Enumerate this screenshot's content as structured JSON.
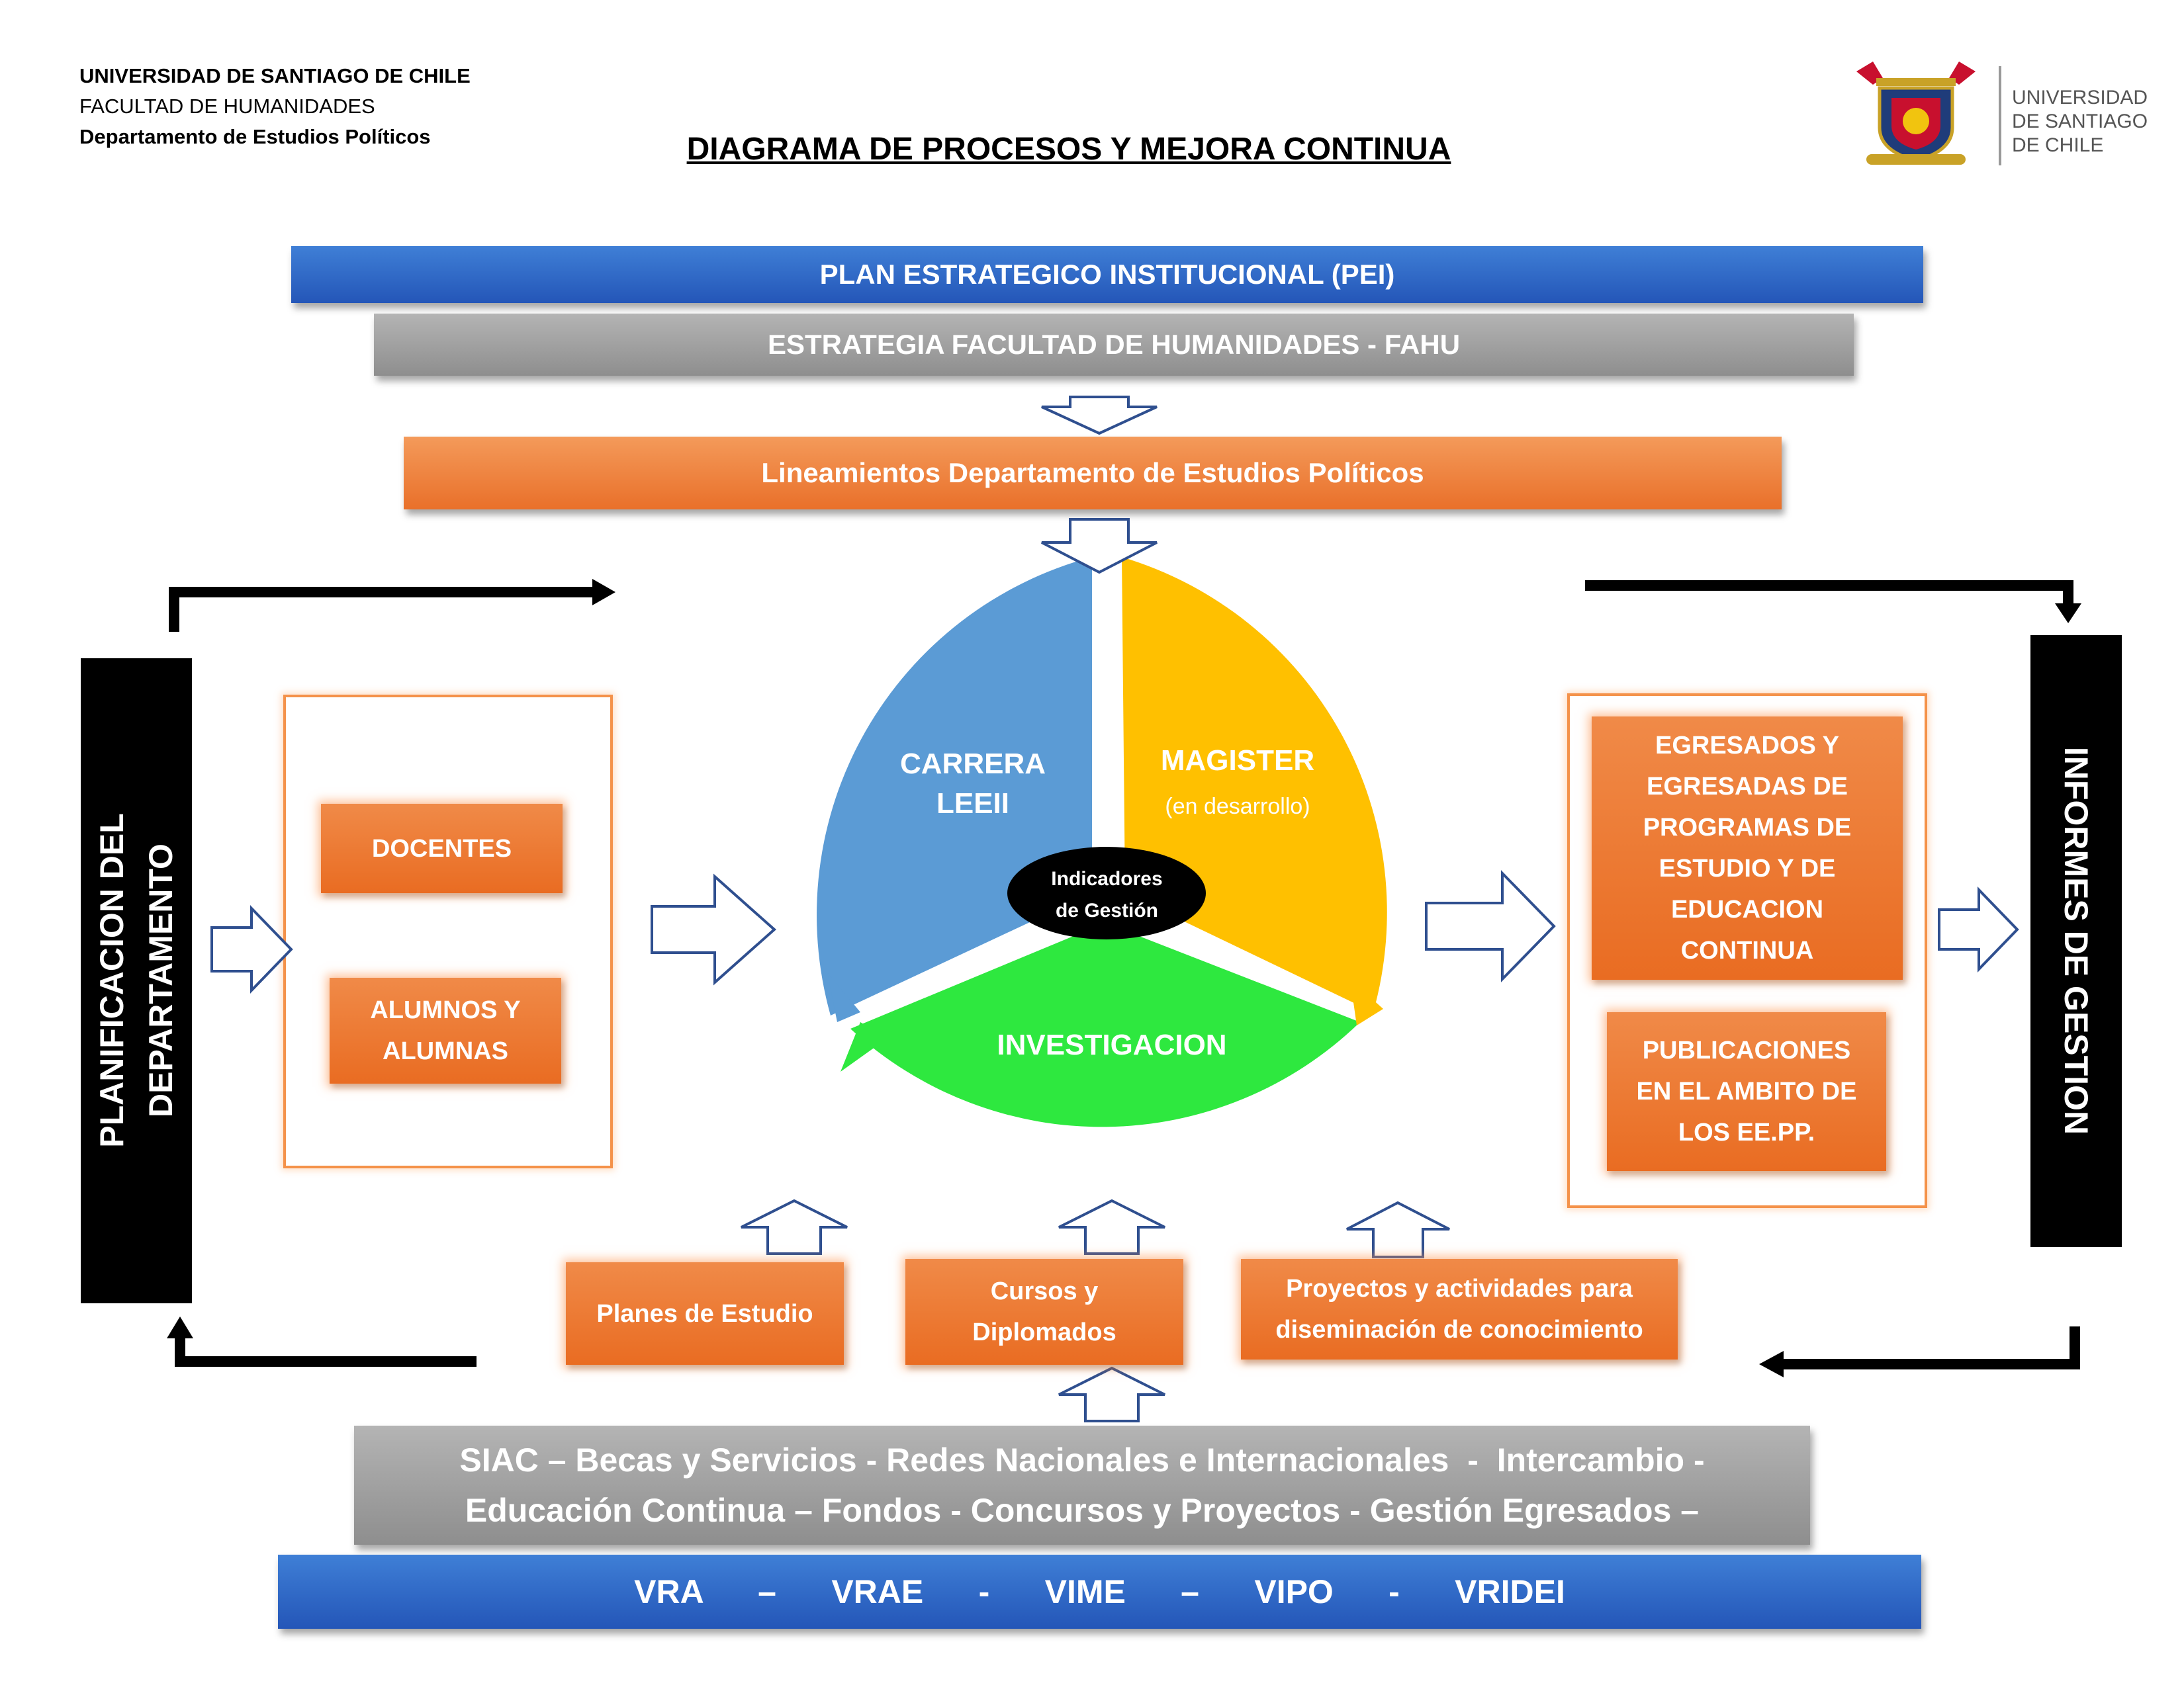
{
  "header": {
    "university": "UNIVERSIDAD DE SANTIAGO DE CHILE",
    "faculty": "FACULTAD DE HUMANIDADES",
    "department": "Departamento de Estudios Políticos"
  },
  "title": "DIAGRAMA DE PROCESOS Y MEJORA CONTINUA",
  "logo": {
    "line1": "UNIVERSIDAD",
    "line2": "DE SANTIAGO",
    "line3": "DE CHILE",
    "colors": {
      "shield_blue": "#1f3c7a",
      "shield_red": "#c8102e",
      "gold": "#c9a227",
      "text": "#555555"
    }
  },
  "top": {
    "pei": "PLAN ESTRATEGICO INSTITUCIONAL (PEI)",
    "fahu": "ESTRATEGIA FACULTAD DE HUMANIDADES - FAHU",
    "lineamientos": "Lineamientos Departamento de Estudios Políticos"
  },
  "left": {
    "vertical_line1": "PLANIFICACION DEL",
    "vertical_line2": "DEPARTAMENTO",
    "docentes": "DOCENTES",
    "alumnos_line1": "ALUMNOS Y",
    "alumnos_line2": "ALUMNAS"
  },
  "center": {
    "carrera_line1": "CARRERA",
    "carrera_line2": "LEEII",
    "magister": "MAGISTER",
    "magister_sub": "(en desarrollo)",
    "investigacion": "INVESTIGACION",
    "indicadores_line1": "Indicadores",
    "indicadores_line2": "de Gestión"
  },
  "right": {
    "vertical": "INFORMES DE GESTION",
    "egresados": [
      "EGRESADOS  Y",
      "EGRESADAS DE",
      "PROGRAMAS DE",
      "ESTUDIO Y  DE",
      "EDUCACION",
      "CONTINUA"
    ],
    "publicaciones": [
      "PUBLICACIONES",
      "EN EL AMBITO DE",
      "LOS EE.PP."
    ]
  },
  "bottom": {
    "planes": "Planes de Estudio",
    "cursos_line1": "Cursos y",
    "cursos_line2": "Diplomados",
    "proyectos_line1": "Proyectos y actividades para",
    "proyectos_line2": "diseminación de conocimiento",
    "siac_line1": "SIAC – Becas y Servicios - Redes Nacionales e Internacionales  -  Intercambio -",
    "siac_line2": "Educación Continua – Fondos - Concursos y Proyectos - Gestión Egresados –",
    "vr": "VRA      –      VRAE      -      VIME      –      VIPO      -      VRIDEI"
  },
  "colors": {
    "blue_segment": "#5b9bd5",
    "yellow_segment": "#ffc000",
    "green_segment": "#2ee83f",
    "orange": "#ed7d31",
    "bar_blue": "#2e63c6",
    "bar_gray": "#a6a6a6"
  }
}
